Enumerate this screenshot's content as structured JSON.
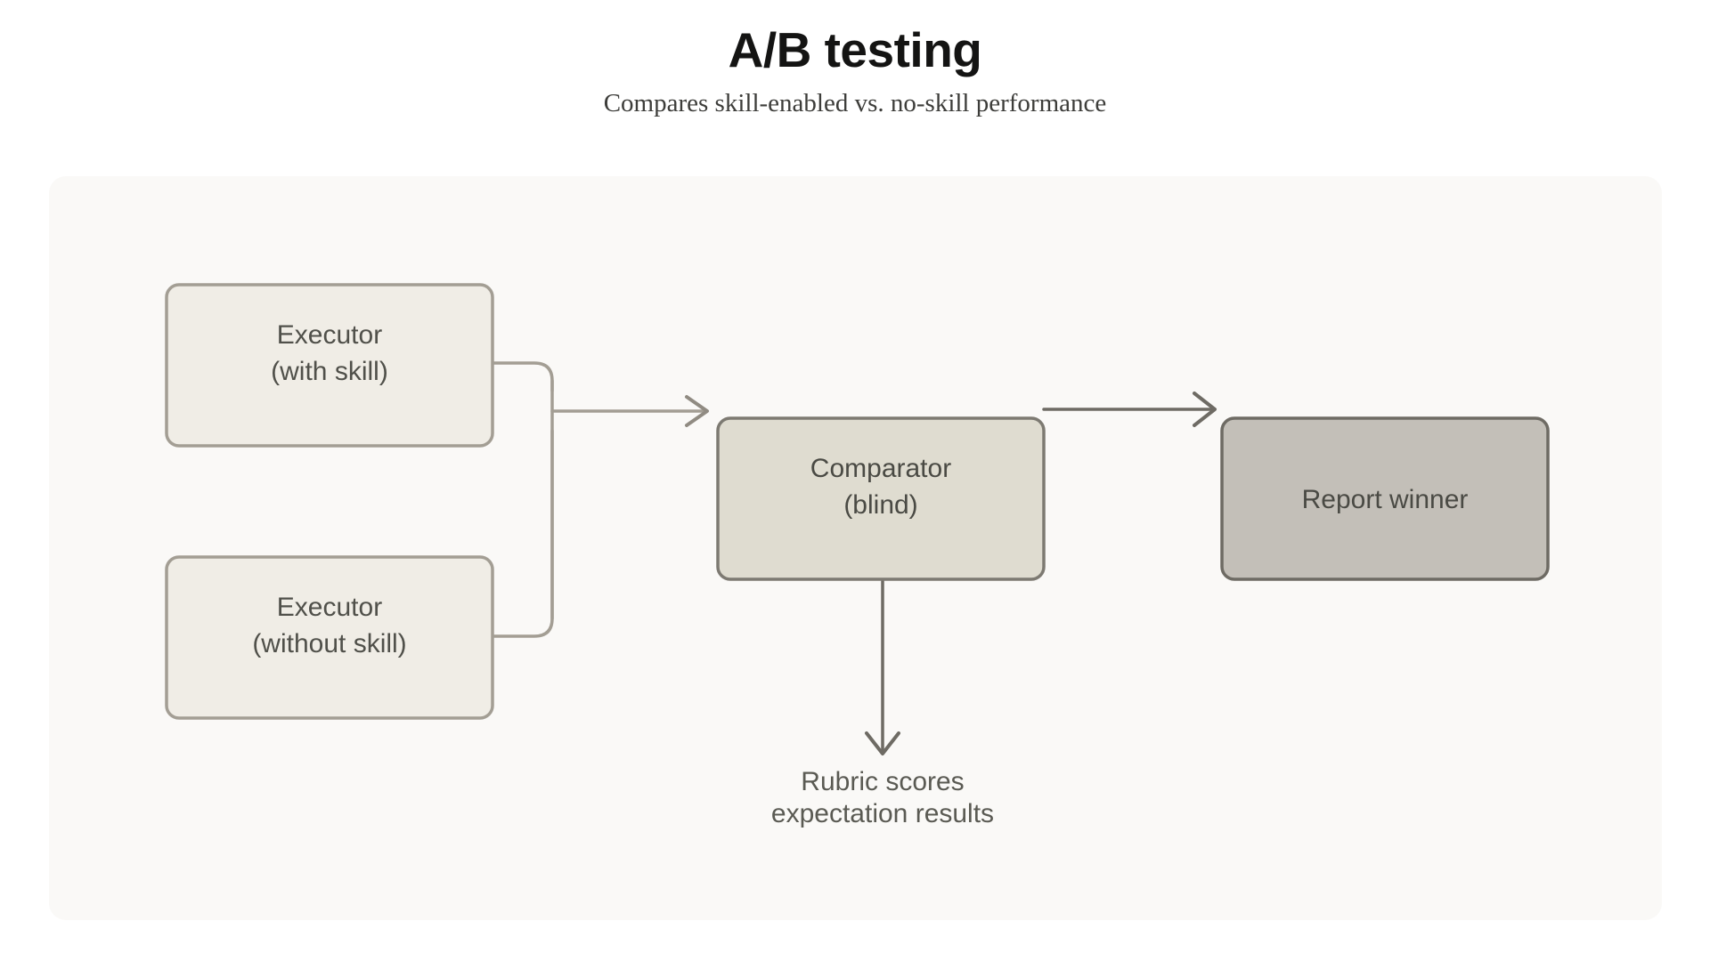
{
  "header": {
    "title": "A/B testing",
    "subtitle": "Compares skill-enabled vs. no-skill performance"
  },
  "diagram": {
    "type": "flowchart",
    "orientation": "left-to-right",
    "nodes": [
      {
        "id": "executor-with-skill",
        "line1": "Executor",
        "line2": "(with skill)",
        "fill": "#f0ede6",
        "stroke": "#a39e94"
      },
      {
        "id": "executor-without-skill",
        "line1": "Executor",
        "line2": "(without skill)",
        "fill": "#f0ede6",
        "stroke": "#a39e94"
      },
      {
        "id": "comparator-blind",
        "line1": "Comparator",
        "line2": "(blind)",
        "fill": "#dfdcd0",
        "stroke": "#7d7a72"
      },
      {
        "id": "report-winner",
        "line1": "Report winner",
        "line2": "",
        "fill": "#c3bfb8",
        "stroke": "#6e6b64"
      }
    ],
    "annotations": [
      {
        "id": "rubric-note",
        "line1": "Rubric scores",
        "line2": "expectation results"
      }
    ],
    "edges": [
      {
        "from": "executor-with-skill",
        "to": "comparator-blind",
        "style": "elbow"
      },
      {
        "from": "executor-without-skill",
        "to": "comparator-blind",
        "style": "elbow"
      },
      {
        "from": "comparator-blind",
        "to": "report-winner",
        "style": "straight"
      },
      {
        "from": "comparator-blind",
        "to": "rubric-note",
        "style": "down"
      }
    ]
  },
  "colors": {
    "page_background": "#ffffff",
    "canvas_background": "#faf9f7",
    "connector_light": "#a39e94",
    "connector_dark": "#6e6b64",
    "title_text": "#141413",
    "body_text": "#50504a"
  }
}
